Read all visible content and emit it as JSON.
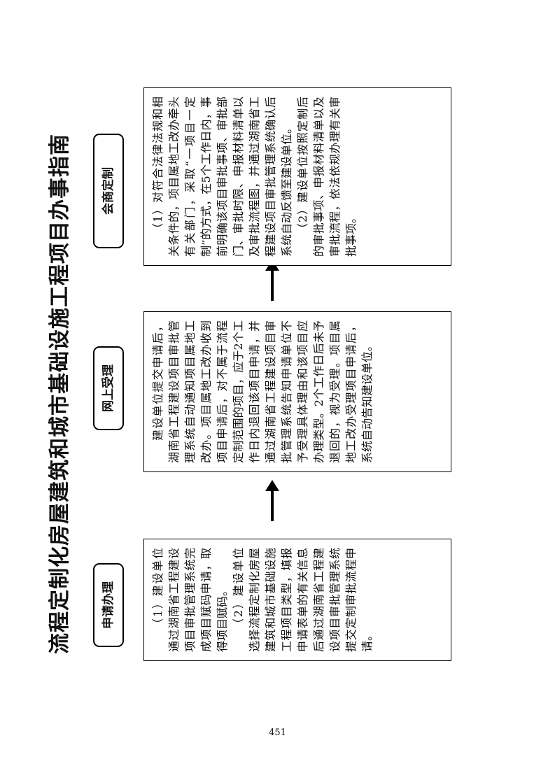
{
  "title": "流程定制化房屋建筑和城市基础设施工程项目办事指南",
  "steps": [
    {
      "label": "申请办理",
      "paragraphs": [
        "（1）建设单位通过湖南省工程建设项目审批管理系统完成项目赋码申请，取得项目赋码。",
        "（2）建设单位选择流程定制化房屋建筑和城市基础设施工程项目类型，填报申请表单的有关信息后通过湖南省工程建设项目审批管理系统提交定制审批流程申请。"
      ]
    },
    {
      "label": "网上受理",
      "paragraphs": [
        "建设单位提交申请后，湖南省工程建设项目审批管理系统自动通知项目属地工改办。项目属地工改办收到项目申请后，对不属于流程定制范围的项目，应于2个工作日内退回该项目申请，并通过湖南省工程建设项目审批管理系统告知申请单位不予受理具体理由和该项目应办理类型。2个工作日后未予退回的，视为受理。项目属地工改办受理项目申请后，系统自动告知建设单位。"
      ]
    },
    {
      "label": "会商定制",
      "paragraphs": [
        "（1）对符合法律法规和相关条件的，项目属地工改办牵头有关部门，采取“一项目一定制”的方式，在5个工作日内，事前明确该项目审批事项、审批部门、审批时限、申报材料清单以及审批流程图，并通过湖南省工程建设项目审批管理系统确认后系统自动反馈至建设单位。",
        "（2）建设单位按照定制后的审批事项、申报材料清单以及审批流程，依法依规办理有关审批事项。"
      ]
    }
  ],
  "page_number": "451"
}
